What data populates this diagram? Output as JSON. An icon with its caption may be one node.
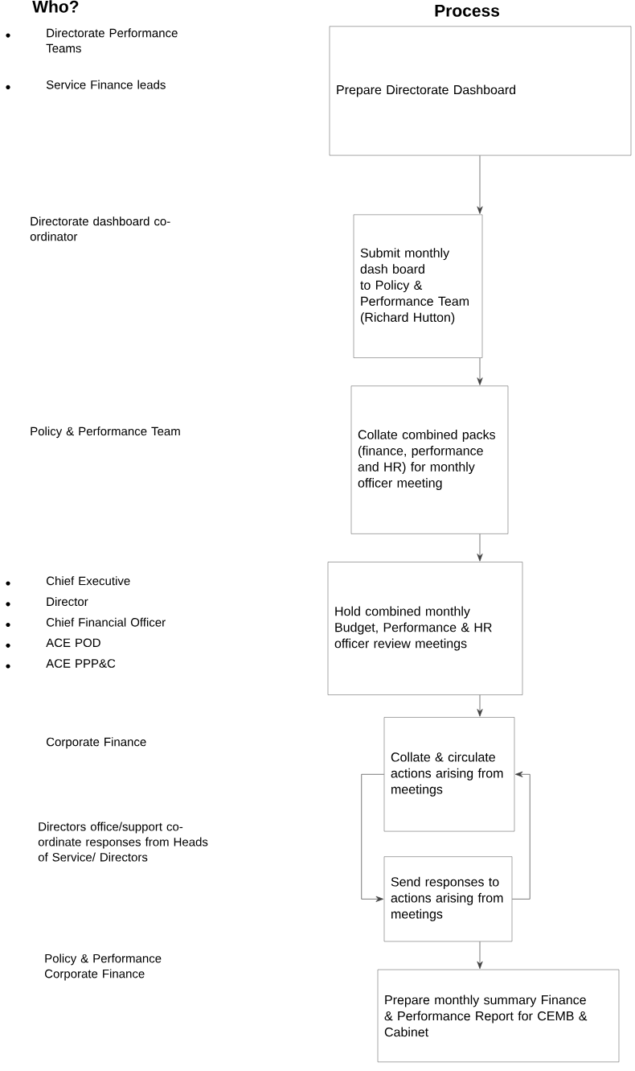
{
  "diagram": {
    "nodes": [
      {
        "text": [
          "Prepare Directorate Dashboard"
        ]
      },
      {
        "text": [
          "Submit monthly dash board to Policy & Performance Team (Richard Hutton)"
        ]
      },
      {
        "text": [
          "Collate combined packs (finance, performance and HR) for monthly officer meeting"
        ]
      },
      {
        "text": [
          "Hold combined monthly Budget, Performance & HR officer review meetings"
        ]
      },
      {
        "text": [
          "Collate & circulate actions arising from meetings"
        ]
      },
      {
        "text": [
          "Send responses to actions arising from meetings"
        ]
      },
      {
        "text": [
          "Prepare monthly summary Finance & Performance Report for CEMB & Cabinet"
        ]
      }
    ],
    "edges": [
      {
        "from": 0,
        "to": 1,
        "arrow": "to"
      },
      {
        "from": 1,
        "to": 2,
        "arrow": "to"
      },
      {
        "from": 2,
        "to": 3,
        "arrow": "to"
      },
      {
        "from": 3,
        "to": 4,
        "arrow": "to"
      },
      {
        "from": 4,
        "to": 5,
        "arrow": "to"
      },
      {
        "from": 5,
        "to": 4,
        "arrow": "to"
      },
      {
        "from": 5,
        "to": 6,
        "arrow": "to"
      }
    ],
    "labels": [
      "Who?",
      "Process",
      "Directorate Performance Teams",
      "Service Finance leads",
      "Directorate dashboard co-ordinator",
      "Policy & Performance Team",
      "Chief Executive",
      "Director",
      "Chief Financial Officer",
      "ACE POD",
      "ACE PPP&C",
      "Corporate Finance",
      "Directors office/support co-ordinate responses from Heads of Service/ Directors",
      "Policy & Performance Corporate Finance"
    ]
  }
}
